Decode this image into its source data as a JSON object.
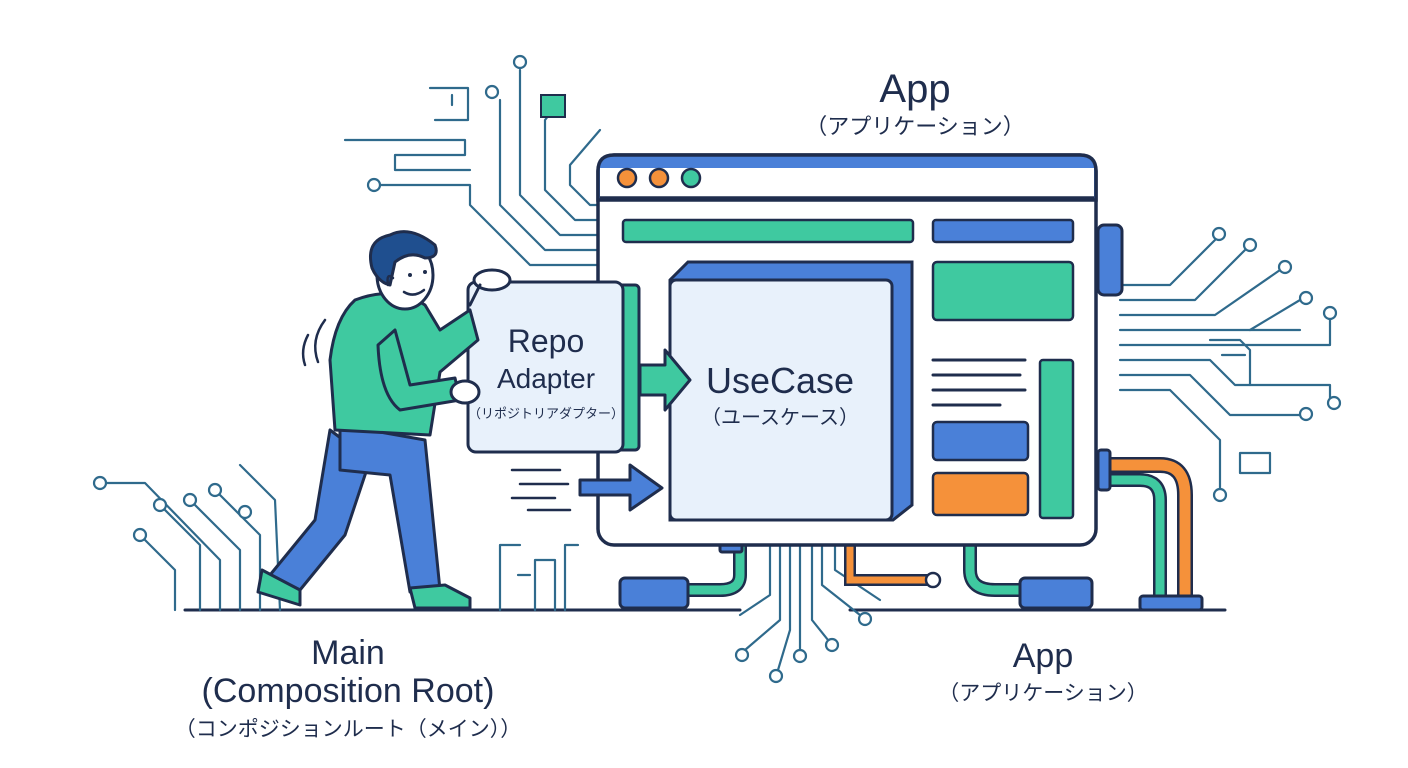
{
  "top_app": {
    "title": "App",
    "subtitle": "（アプリケーション）"
  },
  "repo_adapter": {
    "line1": "Repo",
    "line2": "Adapter",
    "subtitle": "（リポジトリアダプター）"
  },
  "usecase": {
    "title": "UseCase",
    "subtitle": "（ユースケース）"
  },
  "main": {
    "title": "Main",
    "line2": "(Composition Root)",
    "subtitle": "（コンポジションルート（メイン））"
  },
  "bottom_app": {
    "title": "App",
    "subtitle": "（アプリケーション）"
  },
  "colors": {
    "outline": "#1f2d4d",
    "blue": "#4a80d8",
    "teal": "#3fc9a0",
    "orange": "#f5913a",
    "circuit": "#2f6a8c",
    "panel": "#e8f1fb",
    "window_bg": "#ffffff"
  },
  "icons": [
    "window-dots-icon",
    "arrow-right-icon",
    "circuit-trace-icon",
    "person-illustration"
  ]
}
